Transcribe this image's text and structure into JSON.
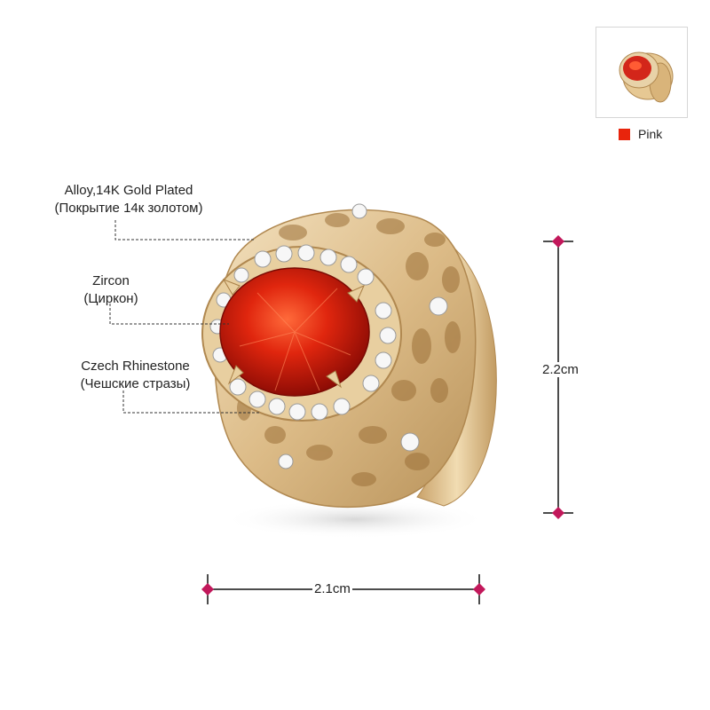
{
  "thumbnail": {
    "color_label": "Pink",
    "swatch_color": "#e8240c"
  },
  "callouts": {
    "material_en": "Alloy,14K Gold Plated",
    "material_ru": "(Покрытие 14к золотом)",
    "zircon_en": "Zircon",
    "zircon_ru": "(Циркон)",
    "rhinestone_en": "Czech Rhinestone",
    "rhinestone_ru": "(Чешские стразы)"
  },
  "dimensions": {
    "height": "2.2cm",
    "width": "2.1cm"
  },
  "colors": {
    "gold": "#d9b989",
    "gem": "#d3261a",
    "marker": "#c2185b"
  }
}
